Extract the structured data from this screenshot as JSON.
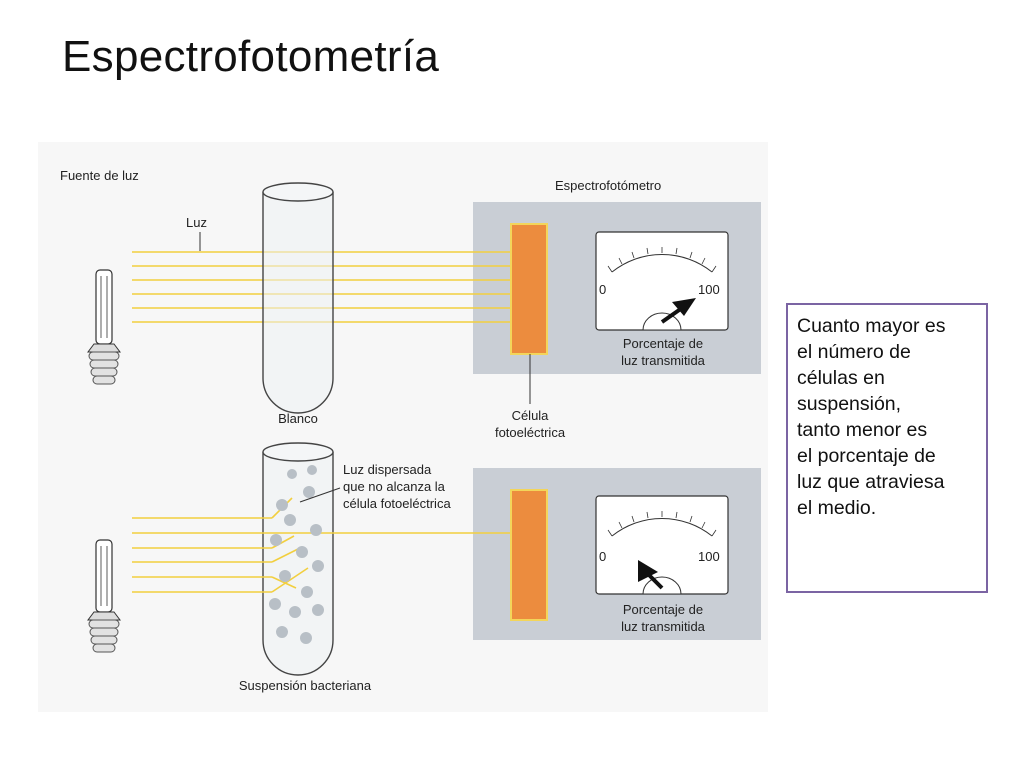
{
  "slide": {
    "title": "Espectrofotometría"
  },
  "diagram": {
    "light_source_label": "Fuente de luz",
    "light_label": "Luz",
    "spectrophotometer_label": "Espectrofotómetro",
    "blank_label": "Blanco",
    "photocell_label_line1": "Célula",
    "photocell_label_line2": "fotoeléctrica",
    "scattered_label_line1": "Luz dispersada",
    "scattered_label_line2": "que no alcanza la",
    "scattered_label_line3": "célula fotoeléctrica",
    "suspension_label": "Suspensión bacteriana",
    "meter_top": {
      "min_label": "0",
      "max_label": "100",
      "caption_line1": "Porcentaje de",
      "caption_line2": "luz transmitida"
    },
    "meter_bottom": {
      "min_label": "0",
      "max_label": "100",
      "caption_line1": "Porcentaje de",
      "caption_line2": "luz transmitida"
    },
    "colors": {
      "beam": "#f2cf3f",
      "photocell": "#ec8c3e",
      "photocell_edge": "#f3d55a",
      "panel": "#c9ced5",
      "border": "#7b64a3"
    }
  },
  "note": {
    "lines": [
      "Cuanto mayor es",
      "el número de",
      "células en",
      "suspensión,",
      "tanto menor es",
      "el porcentaje de",
      "luz que atraviesa",
      "el medio."
    ]
  }
}
